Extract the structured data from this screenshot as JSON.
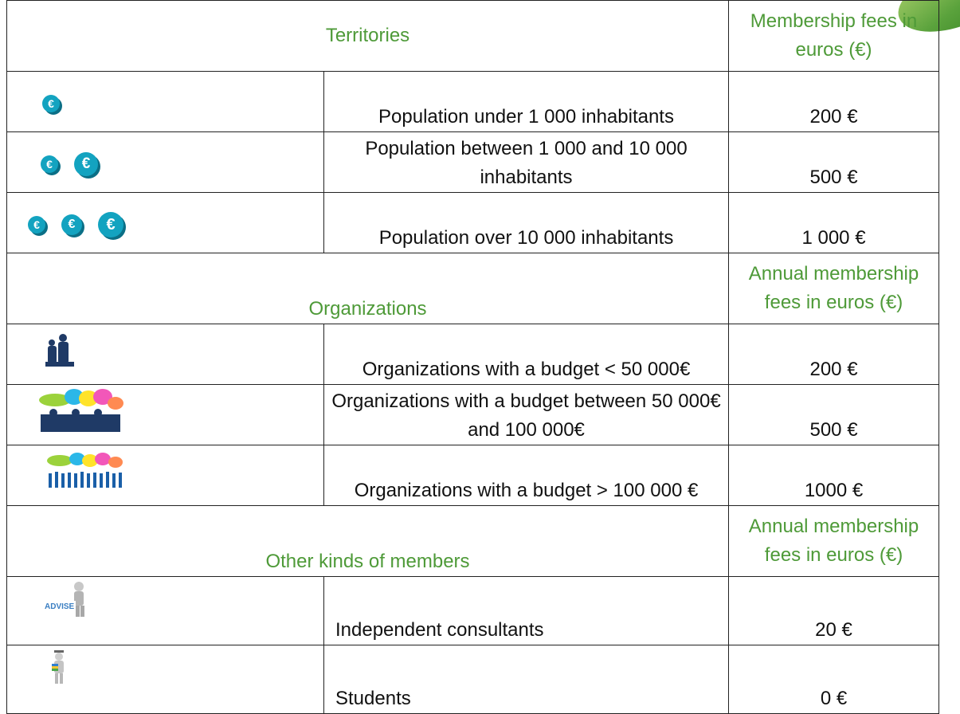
{
  "territories": {
    "header": "Territories",
    "fee_header": "Membership fees in euros (€)",
    "rows": [
      {
        "icon": "euro-coin-icon",
        "label": "Population under 1 000 inhabitants",
        "fee": "200 €"
      },
      {
        "icon": "two-euro-coins-icon",
        "label": "Population between 1 000 and 10 000 inhabitants",
        "fee": "500 €"
      },
      {
        "icon": "three-euro-coins-icon",
        "label": "Population over 10 000 inhabitants",
        "fee": "1 000 €"
      }
    ]
  },
  "organizations": {
    "header": "Organizations",
    "fee_header": "Annual membership fees in euros (€)",
    "rows": [
      {
        "icon": "people-silhouette-icon",
        "label": "Organizations with a budget < 50 000€",
        "fee": "200 €"
      },
      {
        "icon": "meeting-speech-bubbles-icon",
        "label": "Organizations with a budget between 50 000€ and 100 000€",
        "fee": "500 €"
      },
      {
        "icon": "crowd-speech-bubbles-icon",
        "label": "Organizations with a budget > 100 000 €",
        "fee": "1000 €"
      }
    ]
  },
  "other": {
    "header": "Other kinds of members",
    "fee_header": "Annual membership fees in euros (€)",
    "rows": [
      {
        "icon": "advise-figure-icon",
        "label": "Independent consultants",
        "fee": "20 €"
      },
      {
        "icon": "student-figure-icon",
        "label": "Students",
        "fee": "0 €"
      }
    ]
  },
  "symbols": {
    "euro": "€"
  },
  "colors": {
    "header_green": "#4e9a38",
    "euro_teal": "#13a3c0",
    "silhouette_navy": "#1f3a66"
  }
}
